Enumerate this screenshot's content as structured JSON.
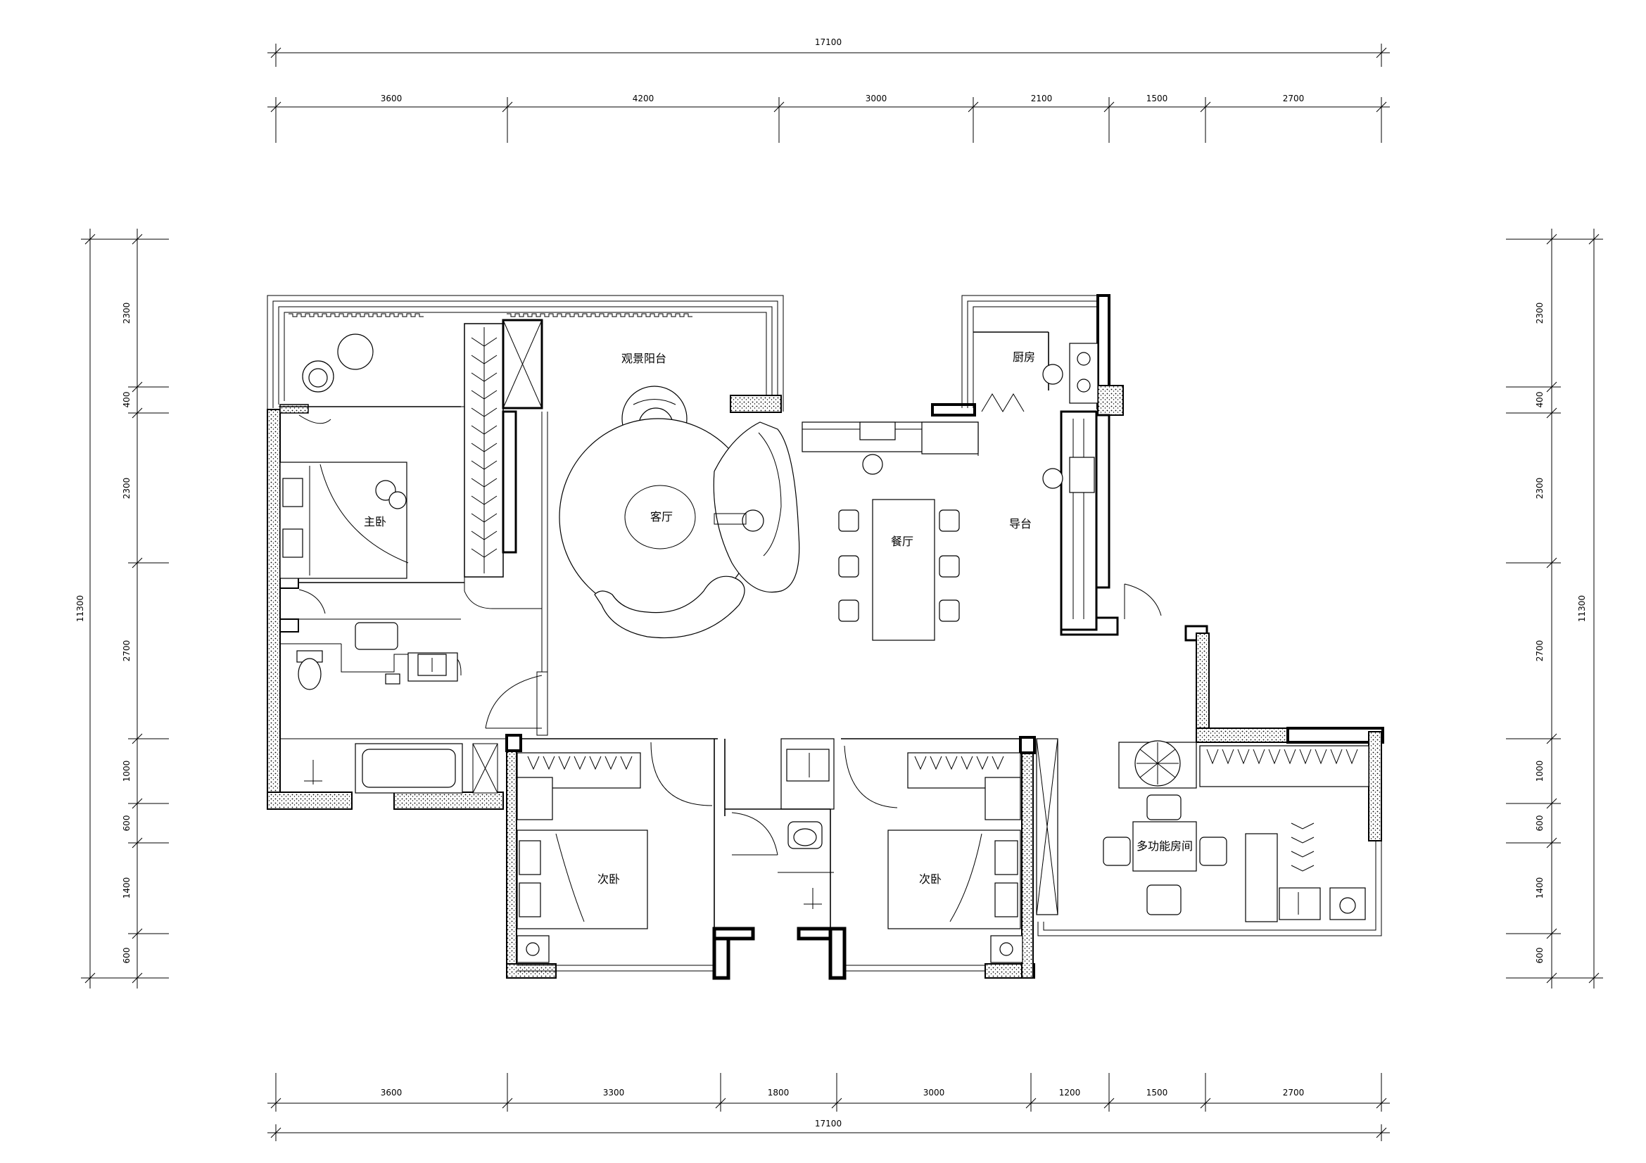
{
  "drawing": {
    "overall_width_label": "17100",
    "overall_depth_label": "11300",
    "top_segments": [
      "3600",
      "4200",
      "3000",
      "2100",
      "1500",
      "2700"
    ],
    "bottom_segments": [
      "3600",
      "3300",
      "1800",
      "3000",
      "1200",
      "1500",
      "2700"
    ],
    "left_segments": [
      "2300",
      "400",
      "2300",
      "2700",
      "1000",
      "600",
      "1400",
      "600"
    ],
    "right_segments": [
      "2300",
      "400",
      "2300",
      "2700",
      "1000",
      "600",
      "1400",
      "600"
    ]
  },
  "rooms": {
    "balcony": "观景阳台",
    "kitchen": "厨房",
    "master_bedroom": "主卧",
    "living_room": "客厅",
    "dining_room": "餐厅",
    "island": "导台",
    "bedroom_left": "次卧",
    "bedroom_right": "次卧",
    "multi_room": "多功能房间"
  },
  "colors": {
    "line": "#000000",
    "background": "#ffffff"
  }
}
